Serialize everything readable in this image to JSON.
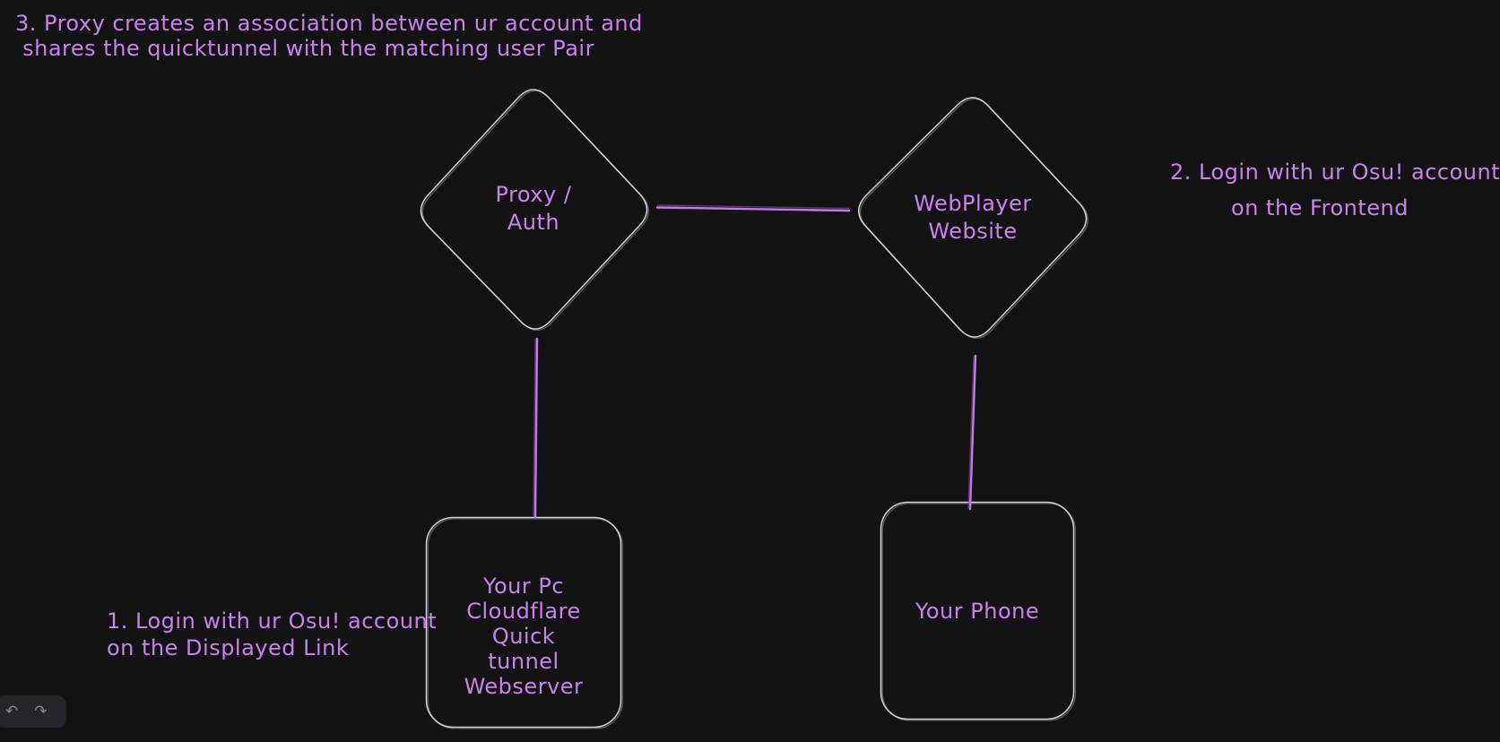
{
  "canvas": {
    "background": "#131313",
    "shape_stroke_color": "#ced4da",
    "accent_color": "#c678ea"
  },
  "nodes": [
    {
      "id": "proxy-auth",
      "shape": "diamond",
      "label": "Proxy /\nAuth"
    },
    {
      "id": "webplayer-website",
      "shape": "diamond",
      "label": "WebPlayer\nWebsite"
    },
    {
      "id": "pc-webserver",
      "shape": "rounded-rectangle",
      "label": "Your Pc\nCloudflare Quick\ntunnel\nWebserver"
    },
    {
      "id": "phone",
      "shape": "rounded-rectangle",
      "label": "Your Phone"
    }
  ],
  "connectors": [
    {
      "id": "proxy-to-webplayer",
      "from": "proxy-auth",
      "to": "webplayer-website"
    },
    {
      "id": "proxy-to-pc",
      "from": "proxy-auth",
      "to": "pc-webserver"
    },
    {
      "id": "webplayer-to-phone",
      "from": "webplayer-website",
      "to": "phone"
    }
  ],
  "annotations": [
    {
      "id": "step-3",
      "text": "3. Proxy creates an association between ur account and\n shares the quicktunnel with the matching user Pair"
    },
    {
      "id": "step-2",
      "text": "2. Login with ur Osu! account\non the Frontend"
    },
    {
      "id": "step-1",
      "text": "1. Login with ur Osu! account\non the Displayed Link"
    }
  ],
  "toolbar": {
    "undo_icon": "↶",
    "redo_icon": "↷"
  }
}
